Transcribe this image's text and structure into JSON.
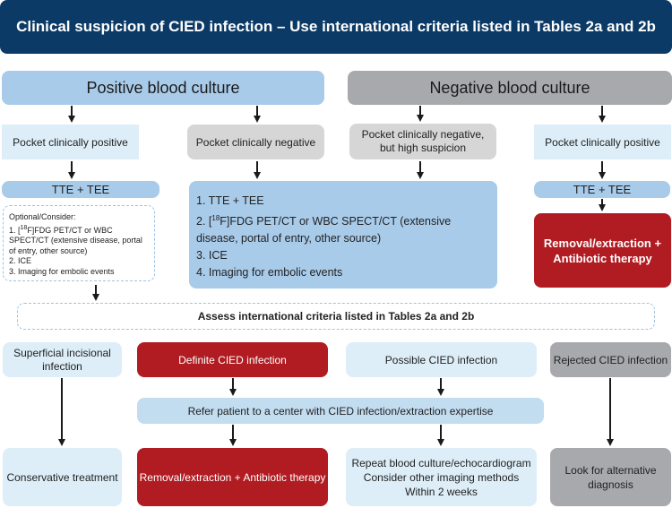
{
  "title": "Clinical suspicion of CIED infection – Use international criteria listed in Tables 2a and 2b",
  "headers": {
    "positive": "Positive blood culture",
    "negative": "Negative blood culture"
  },
  "pockets": {
    "pos_positive": "Pocket clinically positive",
    "pos_negative": "Pocket clinically negative",
    "neg_high": "Pocket clinically negative, but high suspicion",
    "neg_positive": "Pocket clinically positive"
  },
  "tte_tee": "TTE + TEE",
  "optional_list": {
    "heading": "Optional/Consider:",
    "item1_prefix": "1. [",
    "item1_sup": "18",
    "item1_suffix": "F]FDG PET/CT or WBC SPECT/CT (extensive disease, portal of entry, other source)",
    "item2": "2. ICE",
    "item3": "3. Imaging for embolic events"
  },
  "main_list": {
    "item1": "1. TTE + TEE",
    "item2_prefix": "2. [",
    "item2_sup": "18",
    "item2_suffix": "F]FDG PET/CT or WBC SPECT/CT (extensive disease, portal of entry, other source)",
    "item3": "3. ICE",
    "item4": "4. Imaging for embolic events"
  },
  "removal_therapy": "Removal/extraction + Antibiotic therapy",
  "assess": "Assess international criteria listed in Tables 2a and 2b",
  "outcomes": {
    "superficial": "Superficial incisional infection",
    "definite": "Definite CIED infection",
    "possible": "Possible CIED infection",
    "rejected": "Rejected CIED infection"
  },
  "refer": "Refer patient to a center with CIED infection/extraction expertise",
  "actions": {
    "conservative": "Conservative treatment",
    "removal": "Removal/extraction + Antibiotic therapy",
    "repeat_line1": "Repeat blood culture/echocardiogram",
    "repeat_line2": "Consider other imaging methods",
    "repeat_line3": "Within 2 weeks",
    "alternative": "Look for alternative diagnosis"
  },
  "colors": {
    "title_bg": "#0c3a66",
    "positive_header": "#a9cbea",
    "negative_header": "#a7a9ac",
    "red": "#b01c22",
    "light_blue": "#ddeef8"
  }
}
